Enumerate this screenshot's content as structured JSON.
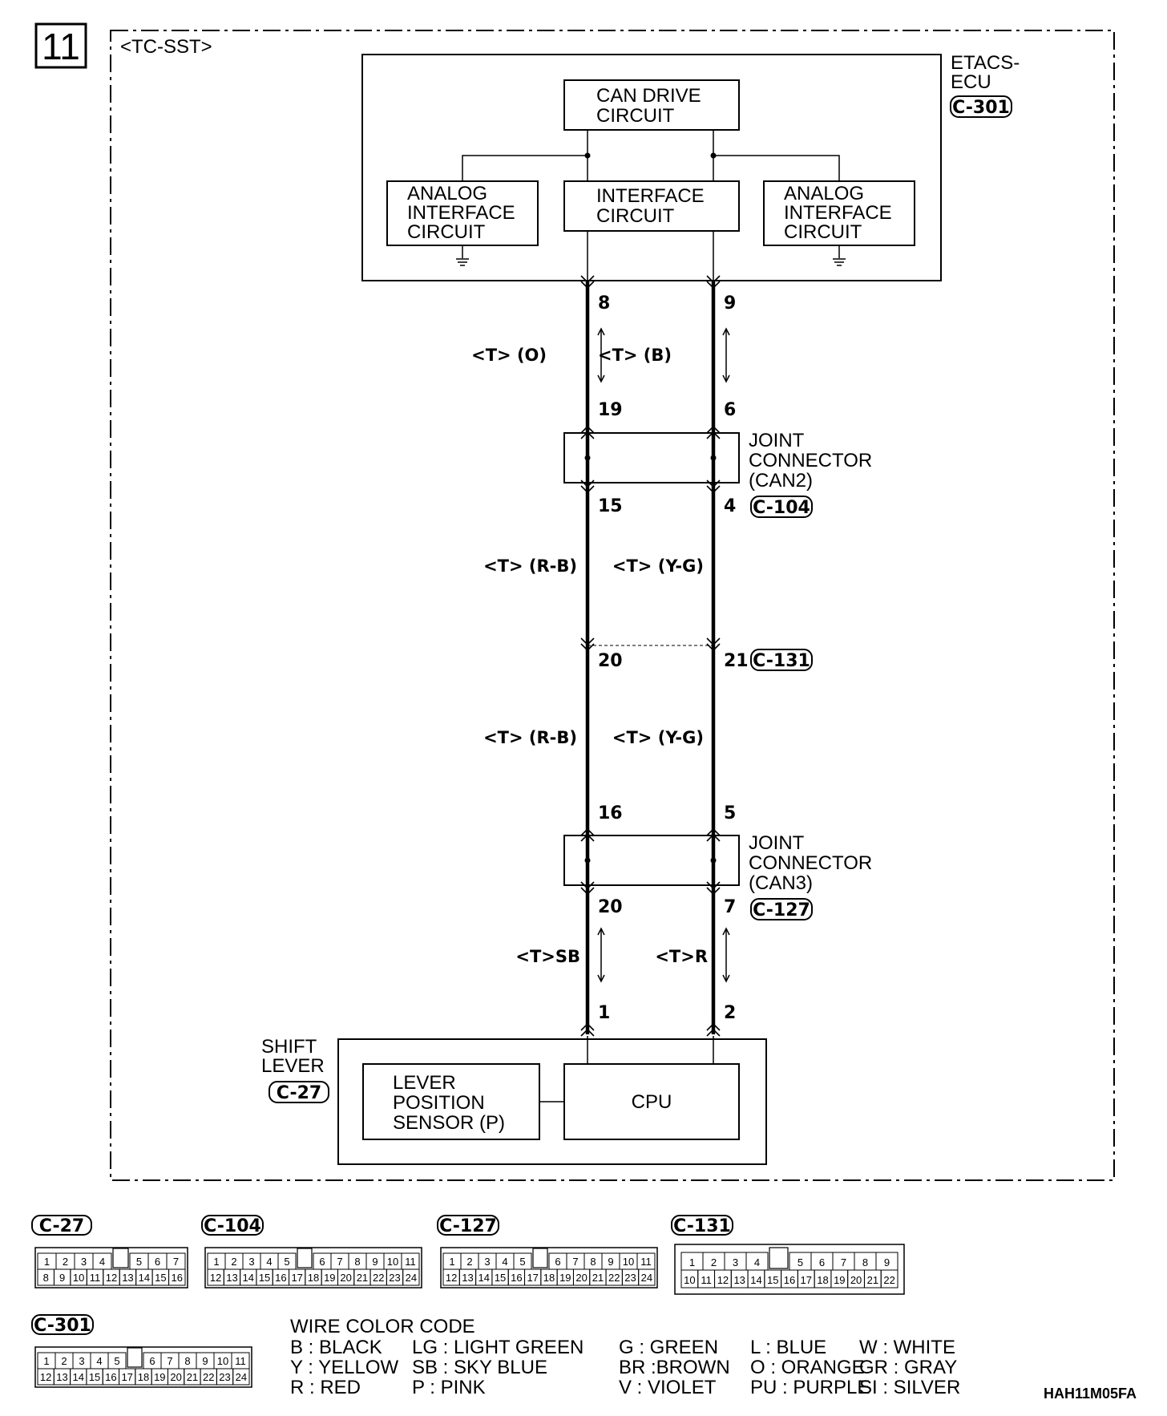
{
  "page_number": "11",
  "variant": "<TC-SST>",
  "etacs": {
    "title_line1": "ETACS-",
    "title_line2": "ECU",
    "connector": "C-301",
    "can_drive": [
      "CAN DRIVE",
      "CIRCUIT"
    ],
    "interface": [
      "INTERFACE",
      "CIRCUIT"
    ],
    "analog_left": [
      "ANALOG",
      "INTERFACE",
      "CIRCUIT"
    ],
    "analog_right": [
      "ANALOG",
      "INTERFACE",
      "CIRCUIT"
    ]
  },
  "pins": {
    "etacs_left": "8",
    "etacs_right": "9",
    "jc2_top_left": "19",
    "jc2_top_right": "6",
    "jc2_bot_left": "15",
    "jc2_bot_right": "4",
    "c131_left": "20",
    "c131_right": "21",
    "jc3_top_left": "16",
    "jc3_top_right": "5",
    "jc3_bot_left": "20",
    "jc3_bot_right": "7",
    "shift_left": "1",
    "shift_right": "2"
  },
  "wires": {
    "seg1_left": "<T> (O)",
    "seg1_right": "<T> (B)",
    "seg2_left": "<T> (R-B)",
    "seg2_right": "<T> (Y-G)",
    "seg3_left": "<T> (R-B)",
    "seg3_right": "<T> (Y-G)",
    "seg4_left": "<T>SB",
    "seg4_right": "<T>R"
  },
  "joint2": {
    "lines": [
      "JOINT",
      "CONNECTOR",
      "(CAN2)"
    ],
    "connector": "C-104"
  },
  "joint3": {
    "lines": [
      "JOINT",
      "CONNECTOR",
      "(CAN3)"
    ],
    "connector": "C-127"
  },
  "c131": "C-131",
  "shift_lever": {
    "title_line1": "SHIFT",
    "title_line2": "LEVER",
    "connector": "C-27",
    "sensor": [
      "LEVER",
      "POSITION",
      "SENSOR (P)"
    ],
    "cpu": "CPU"
  },
  "connector_views": [
    {
      "name": "C-27",
      "top": [
        "1",
        "2",
        "3",
        "4",
        "",
        "5",
        "6",
        "7"
      ],
      "bottom": [
        "8",
        "9",
        "10",
        "11",
        "12",
        "13",
        "14",
        "15",
        "16"
      ]
    },
    {
      "name": "C-104",
      "top": [
        "1",
        "2",
        "3",
        "4",
        "5",
        "",
        "6",
        "7",
        "8",
        "9",
        "10",
        "11"
      ],
      "bottom": [
        "12",
        "13",
        "14",
        "15",
        "16",
        "17",
        "18",
        "19",
        "20",
        "21",
        "22",
        "23",
        "24"
      ]
    },
    {
      "name": "C-127",
      "top": [
        "1",
        "2",
        "3",
        "4",
        "5",
        "",
        "6",
        "7",
        "8",
        "9",
        "10",
        "11"
      ],
      "bottom": [
        "12",
        "13",
        "14",
        "15",
        "16",
        "17",
        "18",
        "19",
        "20",
        "21",
        "22",
        "23",
        "24"
      ]
    },
    {
      "name": "C-131",
      "top": [
        "1",
        "2",
        "3",
        "4",
        "",
        "5",
        "6",
        "7",
        "8",
        "9"
      ],
      "bottom": [
        "10",
        "11",
        "12",
        "13",
        "14",
        "15",
        "16",
        "17",
        "18",
        "19",
        "20",
        "21",
        "22"
      ]
    },
    {
      "name": "C-301",
      "top": [
        "1",
        "2",
        "3",
        "4",
        "5",
        "",
        "6",
        "7",
        "8",
        "9",
        "10",
        "11"
      ],
      "bottom": [
        "12",
        "13",
        "14",
        "15",
        "16",
        "17",
        "18",
        "19",
        "20",
        "21",
        "22",
        "23",
        "24"
      ]
    }
  ],
  "legend": {
    "title": "WIRE COLOR CODE",
    "rows": [
      [
        "B : BLACK",
        "LG : LIGHT GREEN",
        "G : GREEN",
        "L : BLUE",
        "W : WHITE"
      ],
      [
        "Y : YELLOW",
        "SB : SKY BLUE",
        "BR :BROWN",
        "O : ORANGE",
        "GR : GRAY"
      ],
      [
        "R : RED",
        "P : PINK",
        "V : VIOLET",
        "PU : PURPLE",
        "SI : SILVER"
      ]
    ]
  },
  "figure_code": "HAH11M05FA"
}
